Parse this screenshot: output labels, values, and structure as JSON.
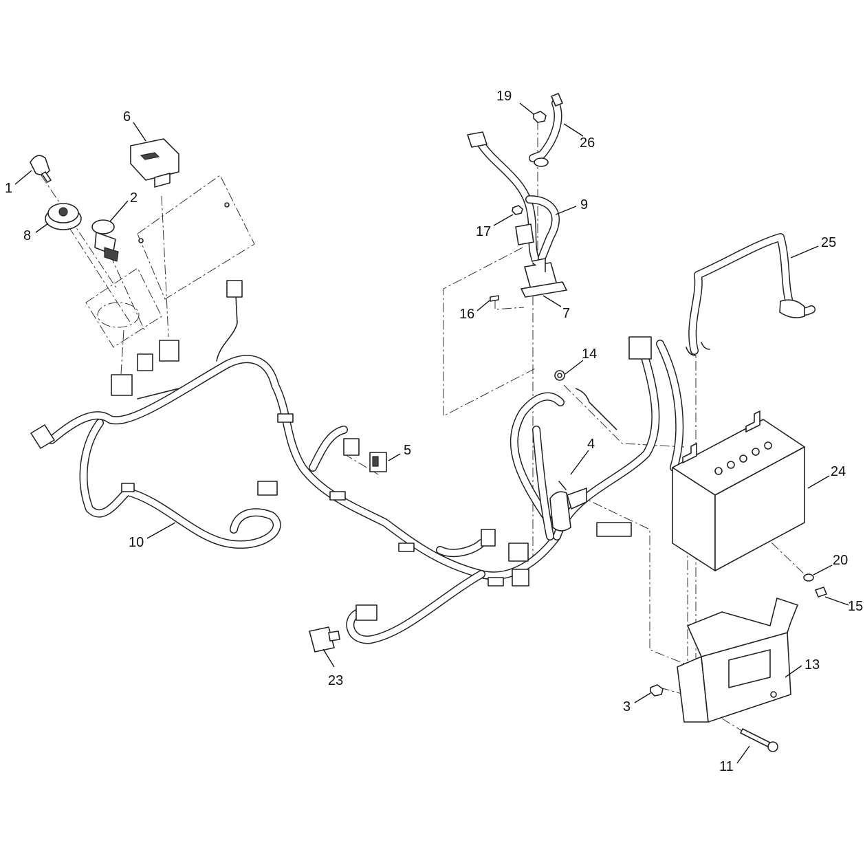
{
  "callouts": [
    {
      "id": "c1",
      "label": "1"
    },
    {
      "id": "c2",
      "label": "2"
    },
    {
      "id": "c3",
      "label": "3"
    },
    {
      "id": "c4",
      "label": "4"
    },
    {
      "id": "c5",
      "label": "5"
    },
    {
      "id": "c6",
      "label": "6"
    },
    {
      "id": "c7",
      "label": "7"
    },
    {
      "id": "c8",
      "label": "8"
    },
    {
      "id": "c9",
      "label": "9"
    },
    {
      "id": "c10",
      "label": "10"
    },
    {
      "id": "c11",
      "label": "11"
    },
    {
      "id": "c13",
      "label": "13"
    },
    {
      "id": "c14",
      "label": "14"
    },
    {
      "id": "c15",
      "label": "15"
    },
    {
      "id": "c16",
      "label": "16"
    },
    {
      "id": "c17",
      "label": "17"
    },
    {
      "id": "c19",
      "label": "19"
    },
    {
      "id": "c20",
      "label": "20"
    },
    {
      "id": "c23",
      "label": "23"
    },
    {
      "id": "c24",
      "label": "24"
    },
    {
      "id": "c25",
      "label": "25"
    },
    {
      "id": "c26",
      "label": "26"
    }
  ]
}
